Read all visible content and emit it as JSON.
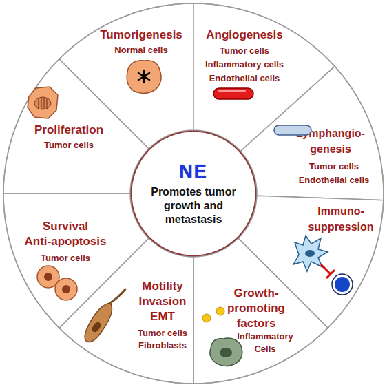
{
  "diagram": {
    "nodes": [
      {
        "text": [
          "Tumorigenesis",
          "Normal cells"
        ]
      },
      {
        "text": [
          "Angiogenesis",
          "Tumor cells Inflammatory cells Endothelial cells"
        ]
      },
      {
        "text": [
          "Lymphangio- genesis",
          "Tumor cells Endothelial cells"
        ]
      },
      {
        "text": [
          "Immuno- suppression"
        ]
      },
      {
        "text": [
          "Growth- promoting factors",
          "Inflammatory Cells"
        ]
      },
      {
        "text": [
          "Motility Invasion EMT",
          "Tumor cells Fibroblasts"
        ]
      },
      {
        "text": [
          "Survival Anti-apoptosis",
          "Tumor cells"
        ]
      },
      {
        "text": [
          "Proliferation",
          "Tumor cells"
        ]
      },
      {
        "text": [
          "NE",
          "Promotes tumor growth and metastasis"
        ]
      }
    ]
  }
}
